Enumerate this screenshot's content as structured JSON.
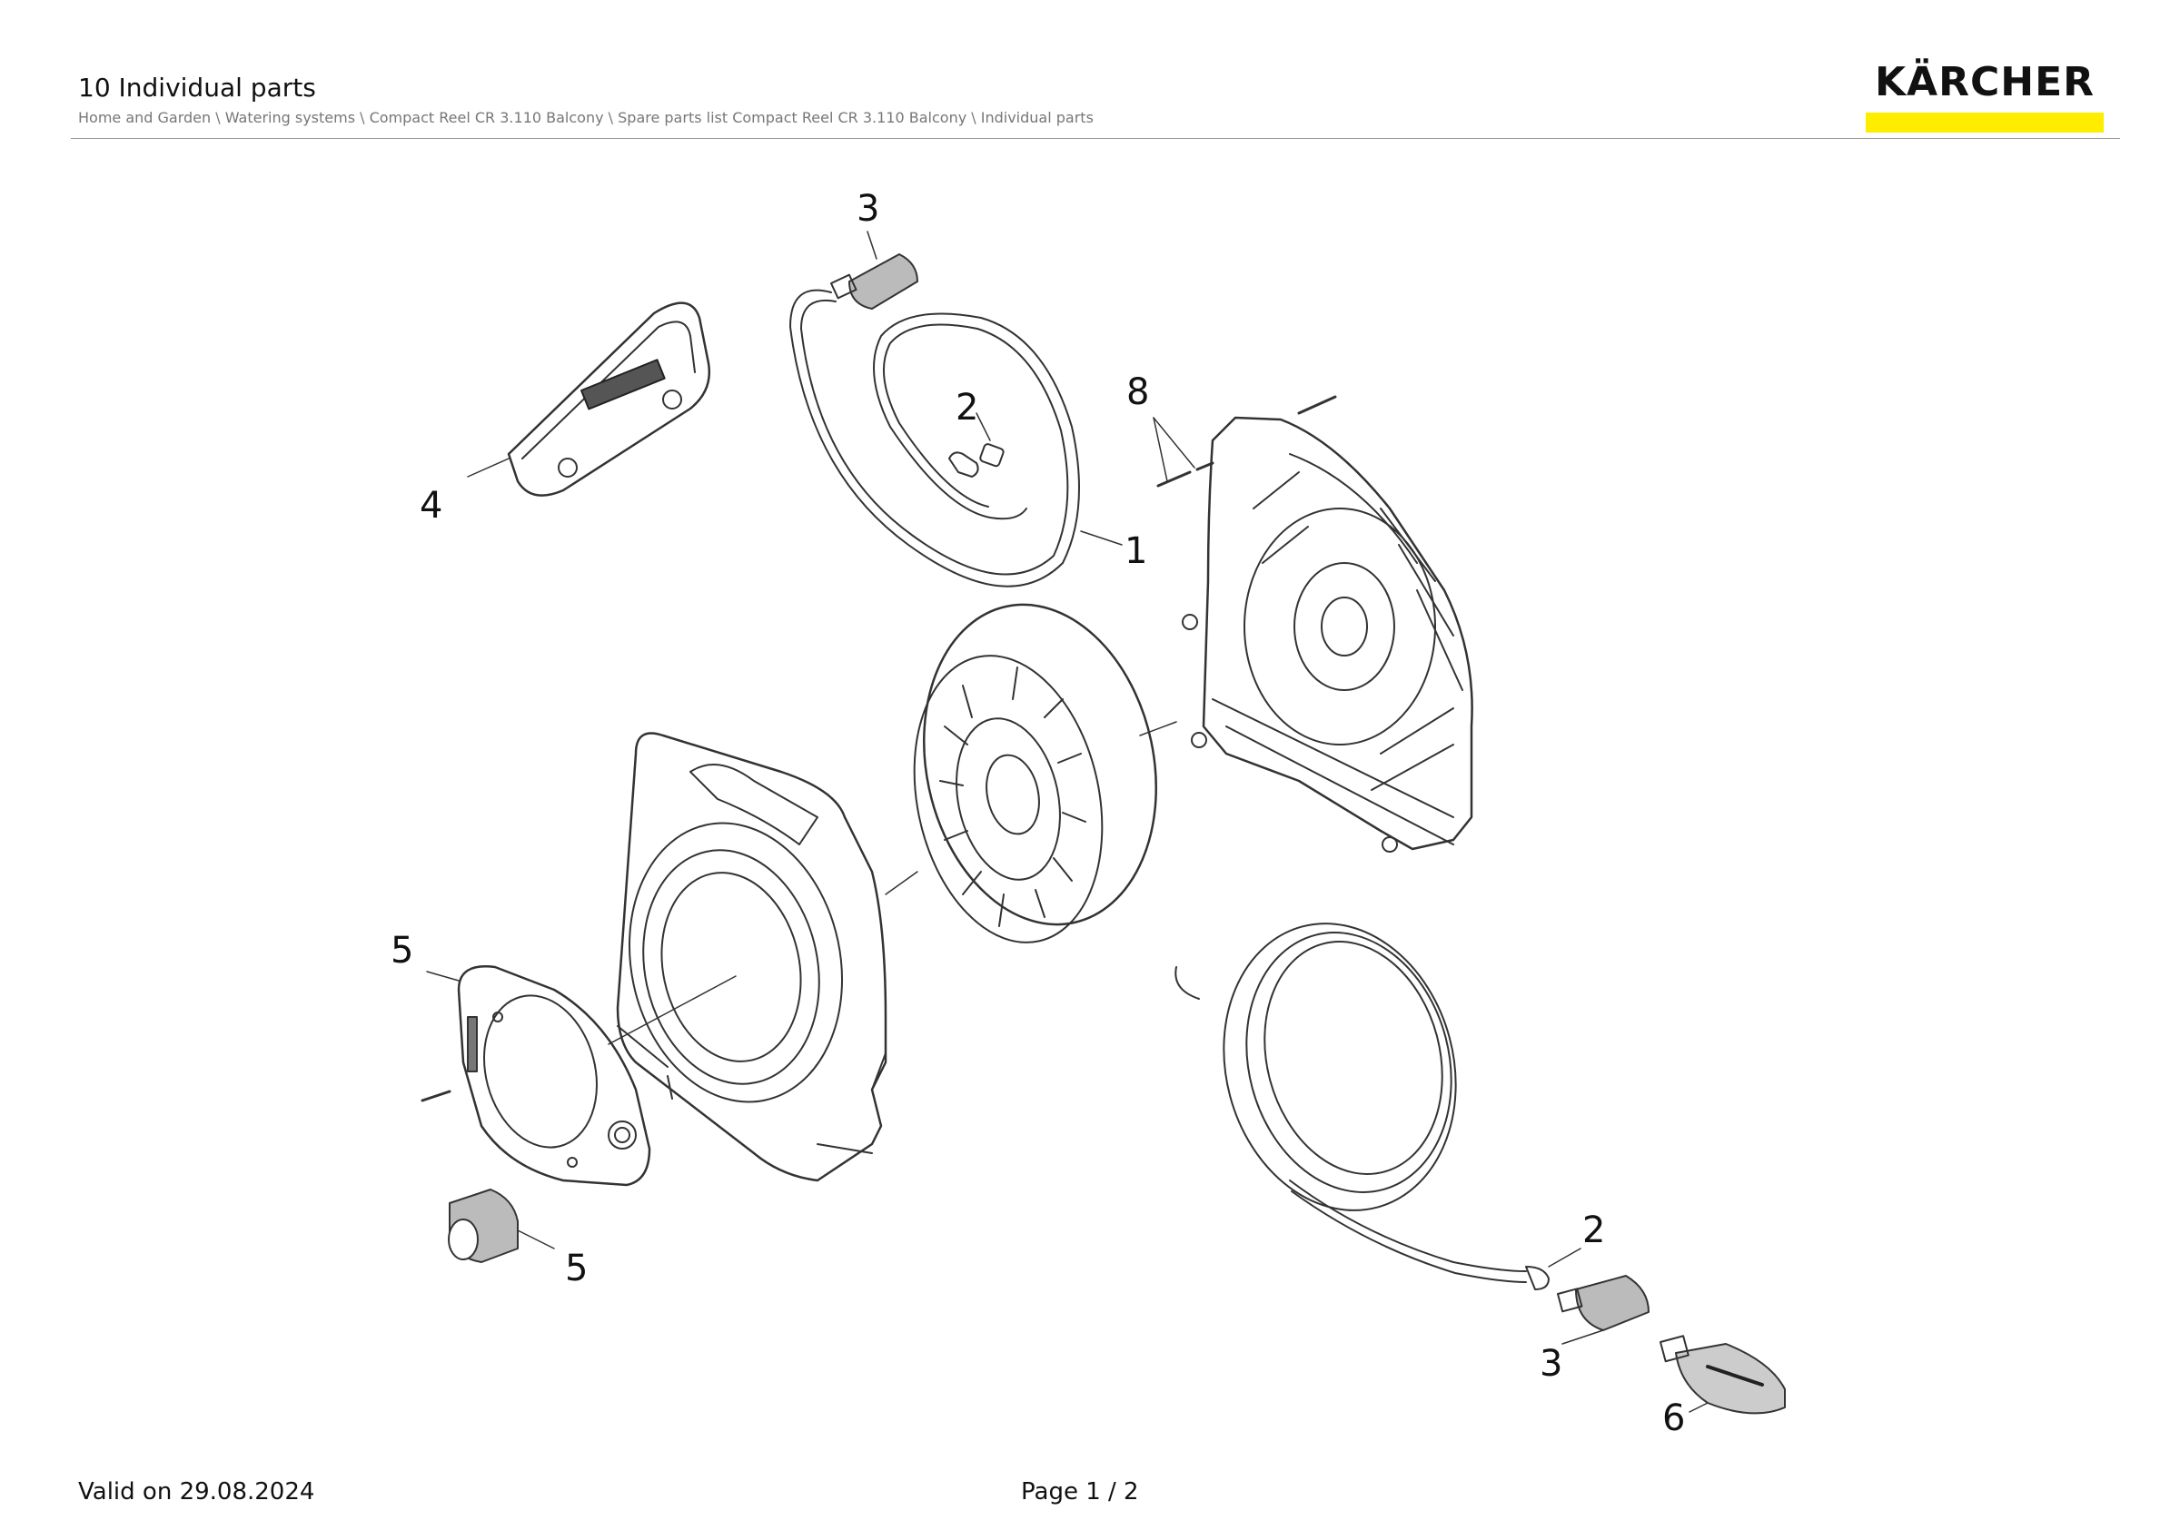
{
  "header": {
    "title": "10 Individual parts",
    "breadcrumb": "Home and Garden \\ Watering systems \\ Compact Reel CR 3.110 Balcony \\ Spare parts list Compact Reel CR 3.110 Balcony \\ Individual parts",
    "logo_text": "KÄRCHER",
    "brand_color": "#ffed00"
  },
  "callouts": {
    "c1": "1",
    "c2a": "2",
    "c2b": "2",
    "c3a": "3",
    "c3b": "3",
    "c4": "4",
    "c5a": "5",
    "c5b": "5",
    "c6": "6",
    "c8": "8"
  },
  "footer": {
    "valid": "Valid on 29.08.2024",
    "page": "Page 1 / 2"
  }
}
